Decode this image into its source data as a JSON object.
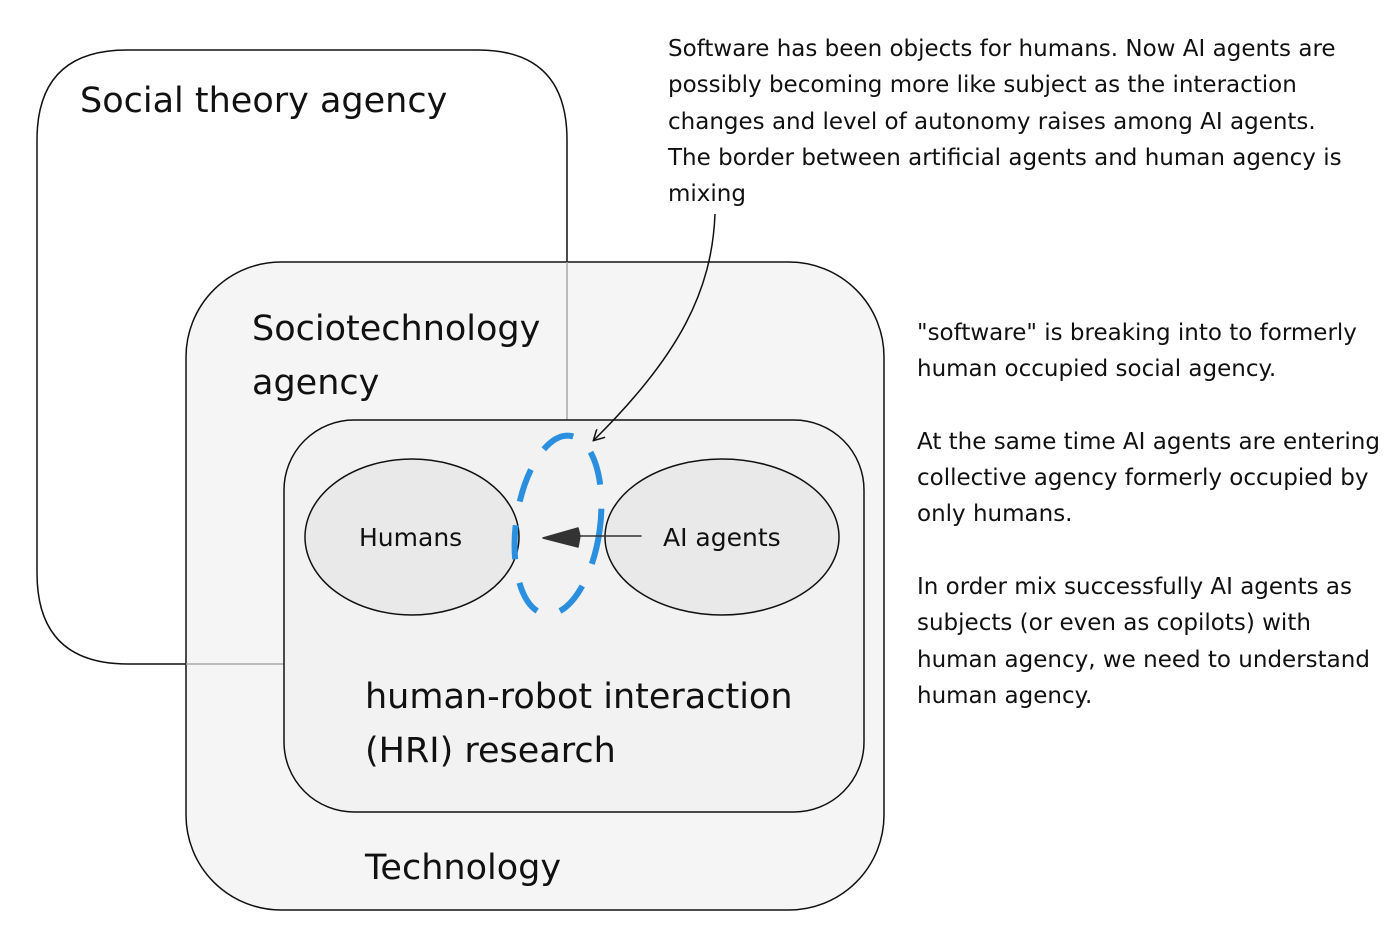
{
  "regions": {
    "social_theory_label": "Social theory agency",
    "sociotechnology_label": "Sociotechnology agency",
    "hri_label": "human-robot interaction (HRI) research",
    "technology_label": "Technology"
  },
  "entities": {
    "humans_label": "Humans",
    "ai_agents_label": "AI agents"
  },
  "annotations": {
    "top_note": "Software has been objects for humans. Now AI agents are possibly becoming more like subject as the interaction changes and level of autonomy raises among AI agents. The border between artificial agents and human agency is mixing",
    "side_note": [
      "\"software\" is breaking into to formerly human occupied social agency.",
      "At the same time AI agents are entering collective agency formerly occupied by only humans.",
      "In order mix successfully AI agents as subjects (or even as copilots) with human agency, we need to understand human agency."
    ]
  },
  "colors": {
    "outline": "#111111",
    "faint_outline": "#a8a8a8",
    "region_fill": "#f5f5f5",
    "ellipse_fill": "#e9e9e9",
    "highlight_dashed": "#2b8fe0",
    "arrow": "#333333"
  }
}
